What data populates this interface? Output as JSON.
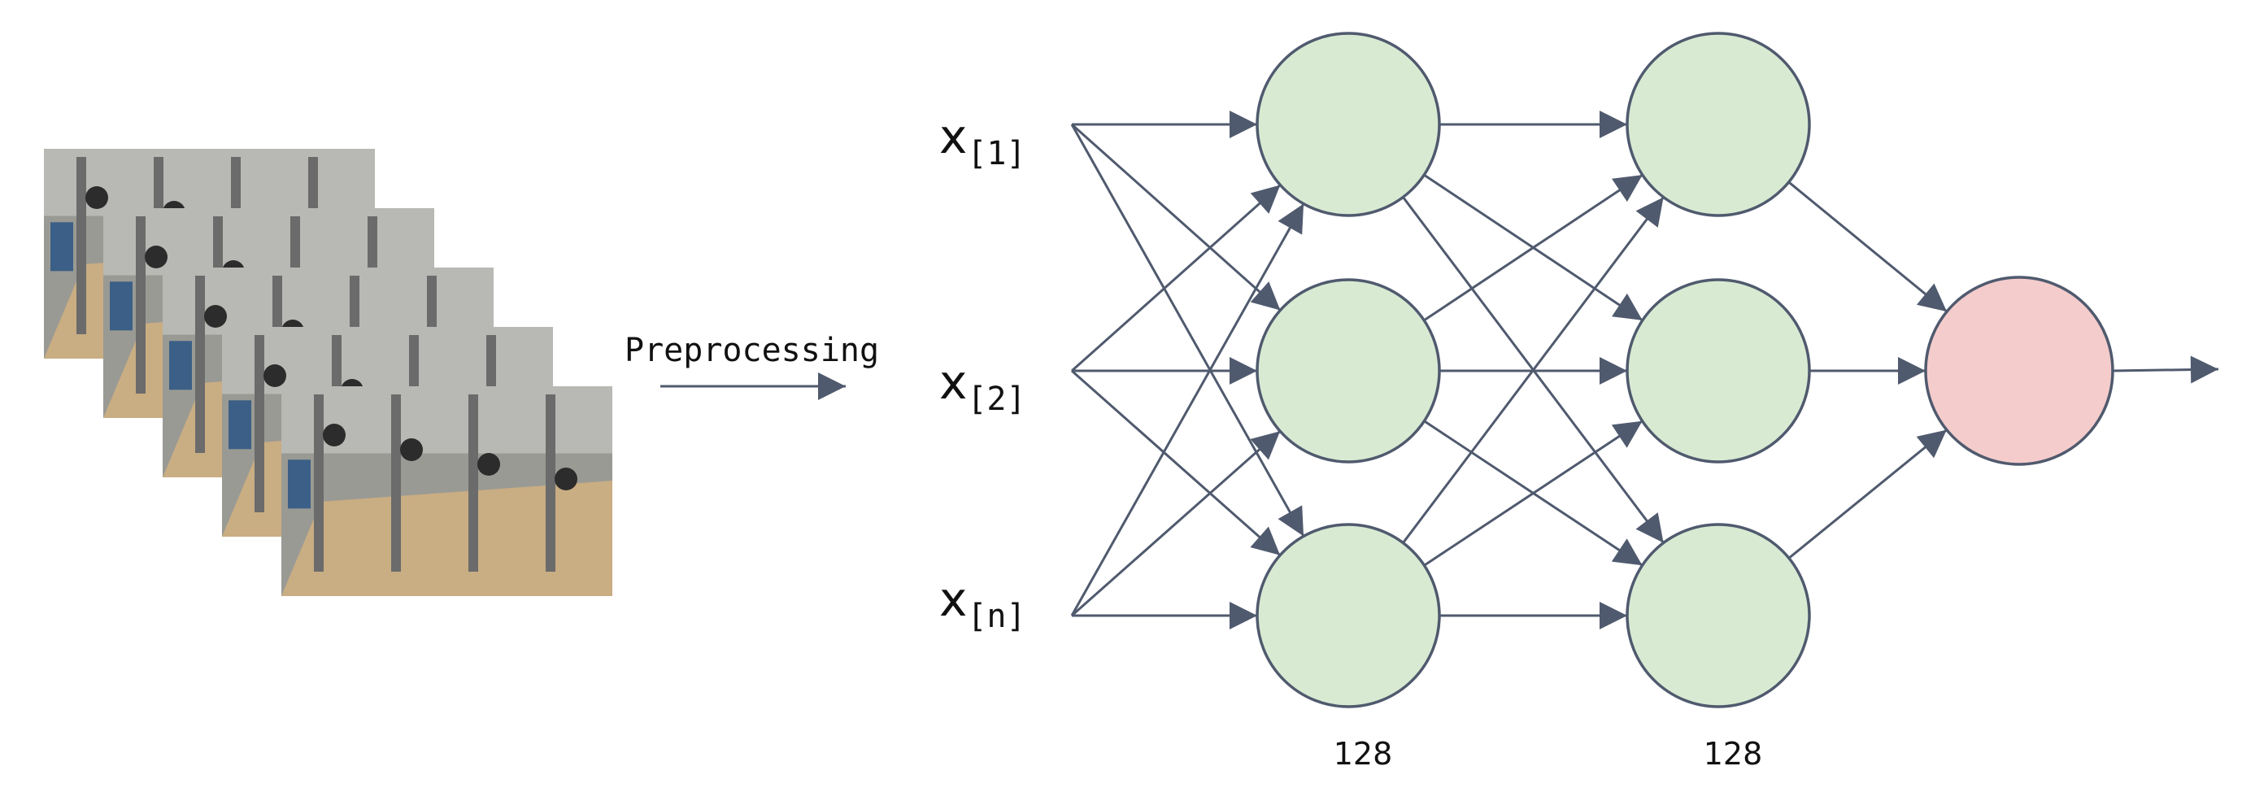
{
  "preprocess": {
    "label": "Preprocessing"
  },
  "inputs": [
    {
      "base": "x",
      "sub": "[1]"
    },
    {
      "base": "x",
      "sub": "[2]"
    },
    {
      "base": "x",
      "sub": "[n]"
    }
  ],
  "hidden_layers": [
    {
      "size_label": "128",
      "visible_nodes": 3
    },
    {
      "size_label": "128",
      "visible_nodes": 3
    }
  ],
  "output_layer": {
    "visible_nodes": 1
  },
  "colors": {
    "hidden_fill": "#d9ead3",
    "output_fill": "#f4cccc",
    "stroke": "#505a6e",
    "text": "#111111",
    "photo_bg": "#9a9a94",
    "photo_floor": "#c9ad83",
    "photo_wall": "#b8b8b4",
    "photo_metal": "#6b6b6b",
    "photo_dark": "#2c2c2c"
  },
  "images": {
    "stack_count": 5,
    "icon": "machine-photo-icon"
  }
}
